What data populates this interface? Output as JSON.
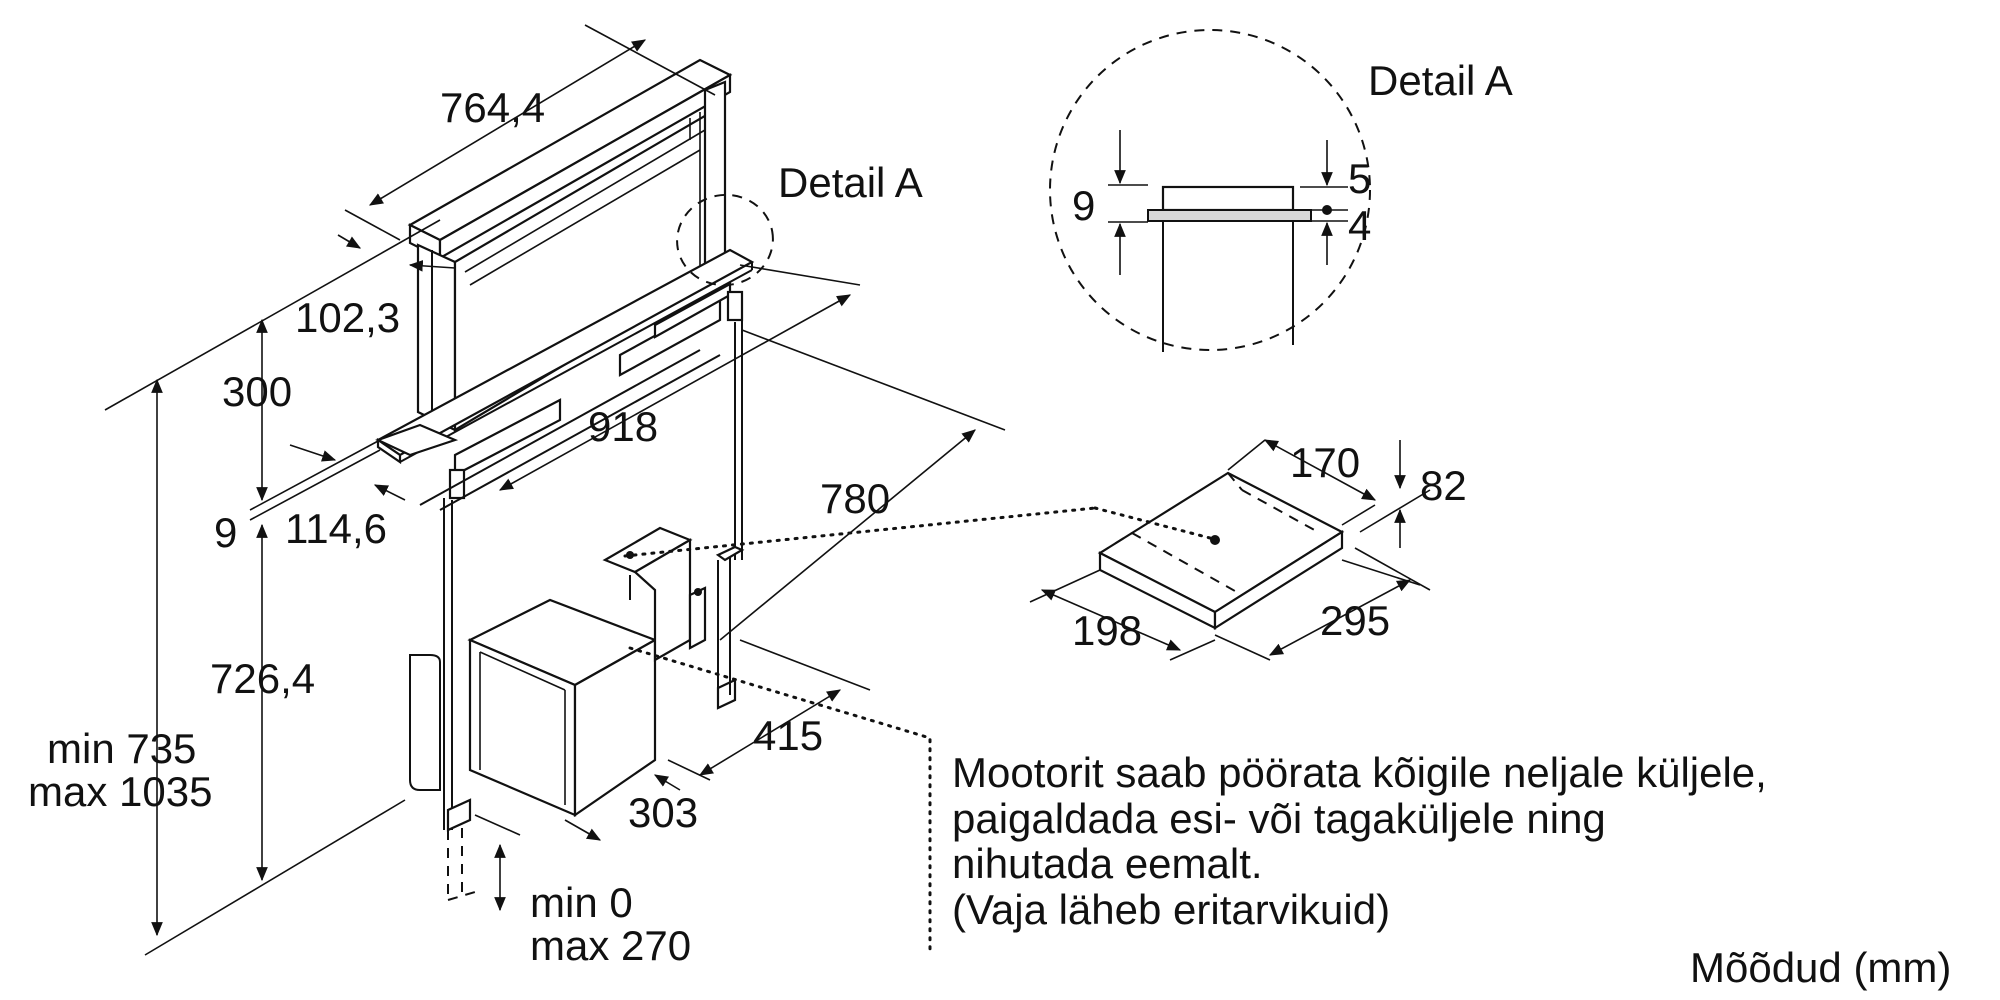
{
  "labels": {
    "width_top": "764,4",
    "detail_ref": "Detail A",
    "depth_top": "102,3",
    "height_riser": "300",
    "cutout_width": "918",
    "body_length": "780",
    "plate_thickness": "9",
    "front_offset": "114,6",
    "under_height": "726,4",
    "total_height_min": "min 735",
    "total_height_max": "max 1035",
    "motor_offset": "415",
    "motor_depth": "303",
    "adjust_min": "min 0",
    "adjust_max": "max 270",
    "motor_width": "170",
    "motor_height": "82",
    "motor_length_a": "198",
    "motor_length_b": "295"
  },
  "detail": {
    "title": "Detail A",
    "left_dim": "9",
    "right_top_dim": "5",
    "right_bottom_dim": "4"
  },
  "note": {
    "line1": "Mootorit saab pöörata kõigile neljale küljele,",
    "line2": "paigaldada esi- või tagaküljele ning",
    "line3": "nihutada eemalt.",
    "line4": "(Vaja läheb eritarvikuid)"
  },
  "units": "Mõõdud (mm)"
}
